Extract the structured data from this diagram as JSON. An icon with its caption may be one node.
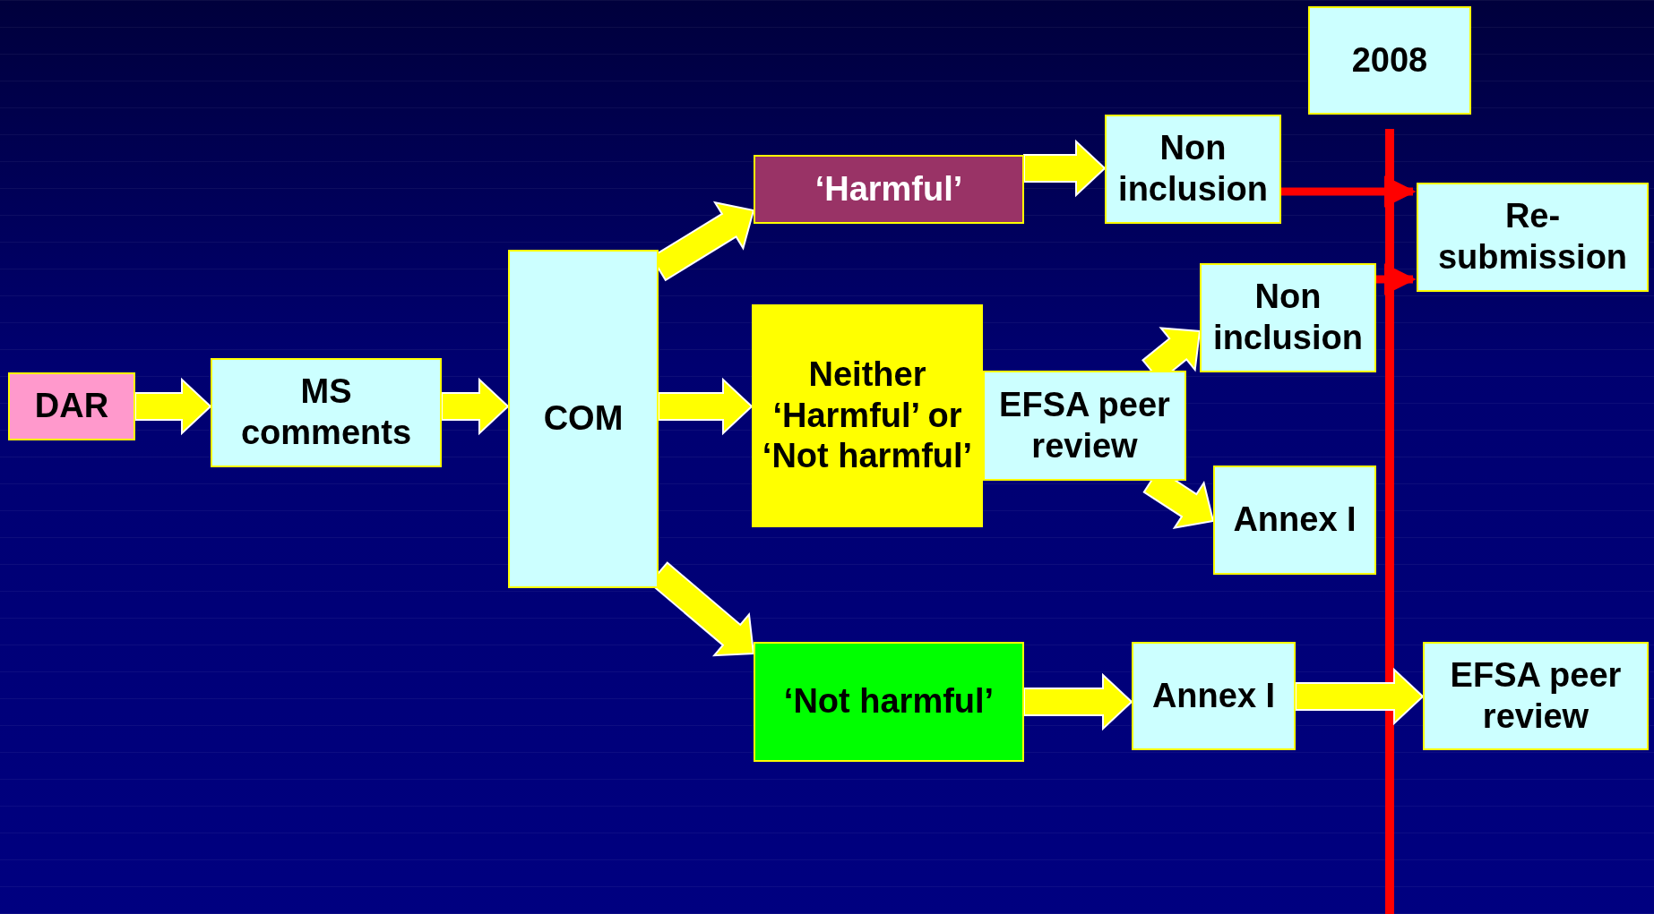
{
  "diagram": {
    "nodes": [
      {
        "text": [
          "DAR"
        ]
      },
      {
        "text": [
          "MS comments"
        ]
      },
      {
        "text": [
          "COM"
        ]
      },
      {
        "text": [
          "‘Harmful’"
        ]
      },
      {
        "text": [
          "Non inclusion"
        ]
      },
      {
        "text": [
          "Neither ‘Harmful’ or ‘Not harmful’"
        ]
      },
      {
        "text": [
          "EFSA peer review"
        ]
      },
      {
        "text": [
          "Non inclusion"
        ]
      },
      {
        "text": [
          "Annex I"
        ]
      },
      {
        "text": [
          "‘Not harmful’"
        ]
      },
      {
        "text": [
          "Annex I"
        ]
      },
      {
        "text": [
          "2008"
        ]
      },
      {
        "text": [
          "Re-submission"
        ]
      },
      {
        "text": [
          "EFSA peer review"
        ]
      }
    ],
    "edges": [
      {
        "from": 0,
        "to": 1,
        "arrow": "to"
      },
      {
        "from": 1,
        "to": 2,
        "arrow": "to"
      },
      {
        "from": 2,
        "to": 3,
        "arrow": "to"
      },
      {
        "from": 2,
        "to": 5,
        "arrow": "to"
      },
      {
        "from": 2,
        "to": 9,
        "arrow": "to"
      },
      {
        "from": 3,
        "to": 4,
        "arrow": "to"
      },
      {
        "from": 6,
        "to": 7,
        "arrow": "to"
      },
      {
        "from": 6,
        "to": 8,
        "arrow": "to"
      },
      {
        "from": 9,
        "to": 10,
        "arrow": "to"
      },
      {
        "from": 10,
        "to": 13,
        "arrow": "to"
      },
      {
        "from": 4,
        "to": 12,
        "arrow": "to",
        "color": "#ff0000"
      },
      {
        "from": 7,
        "to": 12,
        "arrow": "to",
        "color": "#ff0000"
      }
    ]
  }
}
